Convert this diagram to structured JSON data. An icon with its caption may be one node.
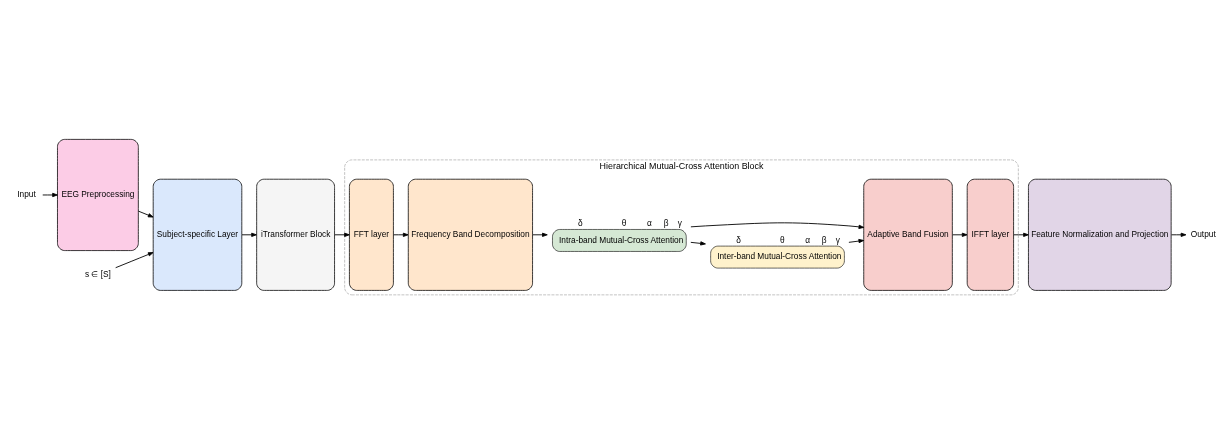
{
  "diagram": {
    "nodes": [
      {
        "text": [
          "Input"
        ]
      },
      {
        "text": [
          "EEG Preprocessing"
        ]
      },
      {
        "text": [
          "Subject-specific Layer"
        ]
      },
      {
        "text": [
          "iTransformer Block"
        ]
      },
      {
        "text": [
          "s ∈ [S]"
        ]
      },
      {
        "text": [
          "Hierarchical Mutual-Cross Attention Block"
        ]
      },
      {
        "text": [
          "FFT layer"
        ],
        "in": 5
      },
      {
        "text": [
          "Frequency Band Decomposition"
        ],
        "in": 5
      },
      {
        "text": [
          "Intra-band Mutual-Cross Attention"
        ],
        "in": 5,
        "beside": [
          "δ",
          "θ",
          "α",
          "β",
          "γ"
        ]
      },
      {
        "text": [
          "Inter-band Mutual-Cross Attention"
        ],
        "in": 5,
        "beside": [
          "δ",
          "θ",
          "α",
          "β",
          "γ"
        ]
      },
      {
        "text": [
          "Adaptive Band Fusion"
        ],
        "in": 5
      },
      {
        "text": [
          "IFFT layer"
        ],
        "in": 5
      },
      {
        "text": [
          "Feature Normalization and Projection"
        ]
      },
      {
        "text": [
          "Output"
        ]
      }
    ],
    "edges": [
      {
        "from": 0,
        "to": 1,
        "arrow": "to"
      },
      {
        "from": 1,
        "to": 2,
        "arrow": "to"
      },
      {
        "from": 2,
        "to": 3,
        "arrow": "to"
      },
      {
        "from": 4,
        "to": 2,
        "arrow": "to"
      },
      {
        "from": 3,
        "to": 6,
        "arrow": "to"
      },
      {
        "from": 6,
        "to": 7,
        "arrow": "to"
      },
      {
        "from": 7,
        "to": 8,
        "arrow": "to"
      },
      {
        "from": 8,
        "to": 9,
        "arrow": "to"
      },
      {
        "from": 8,
        "to": 10,
        "arrow": "to"
      },
      {
        "from": 9,
        "to": 10,
        "arrow": "to"
      },
      {
        "from": 10,
        "to": 11,
        "arrow": "to"
      },
      {
        "from": 11,
        "to": 12,
        "arrow": "to"
      },
      {
        "from": 12,
        "to": 13,
        "arrow": "to"
      }
    ]
  }
}
